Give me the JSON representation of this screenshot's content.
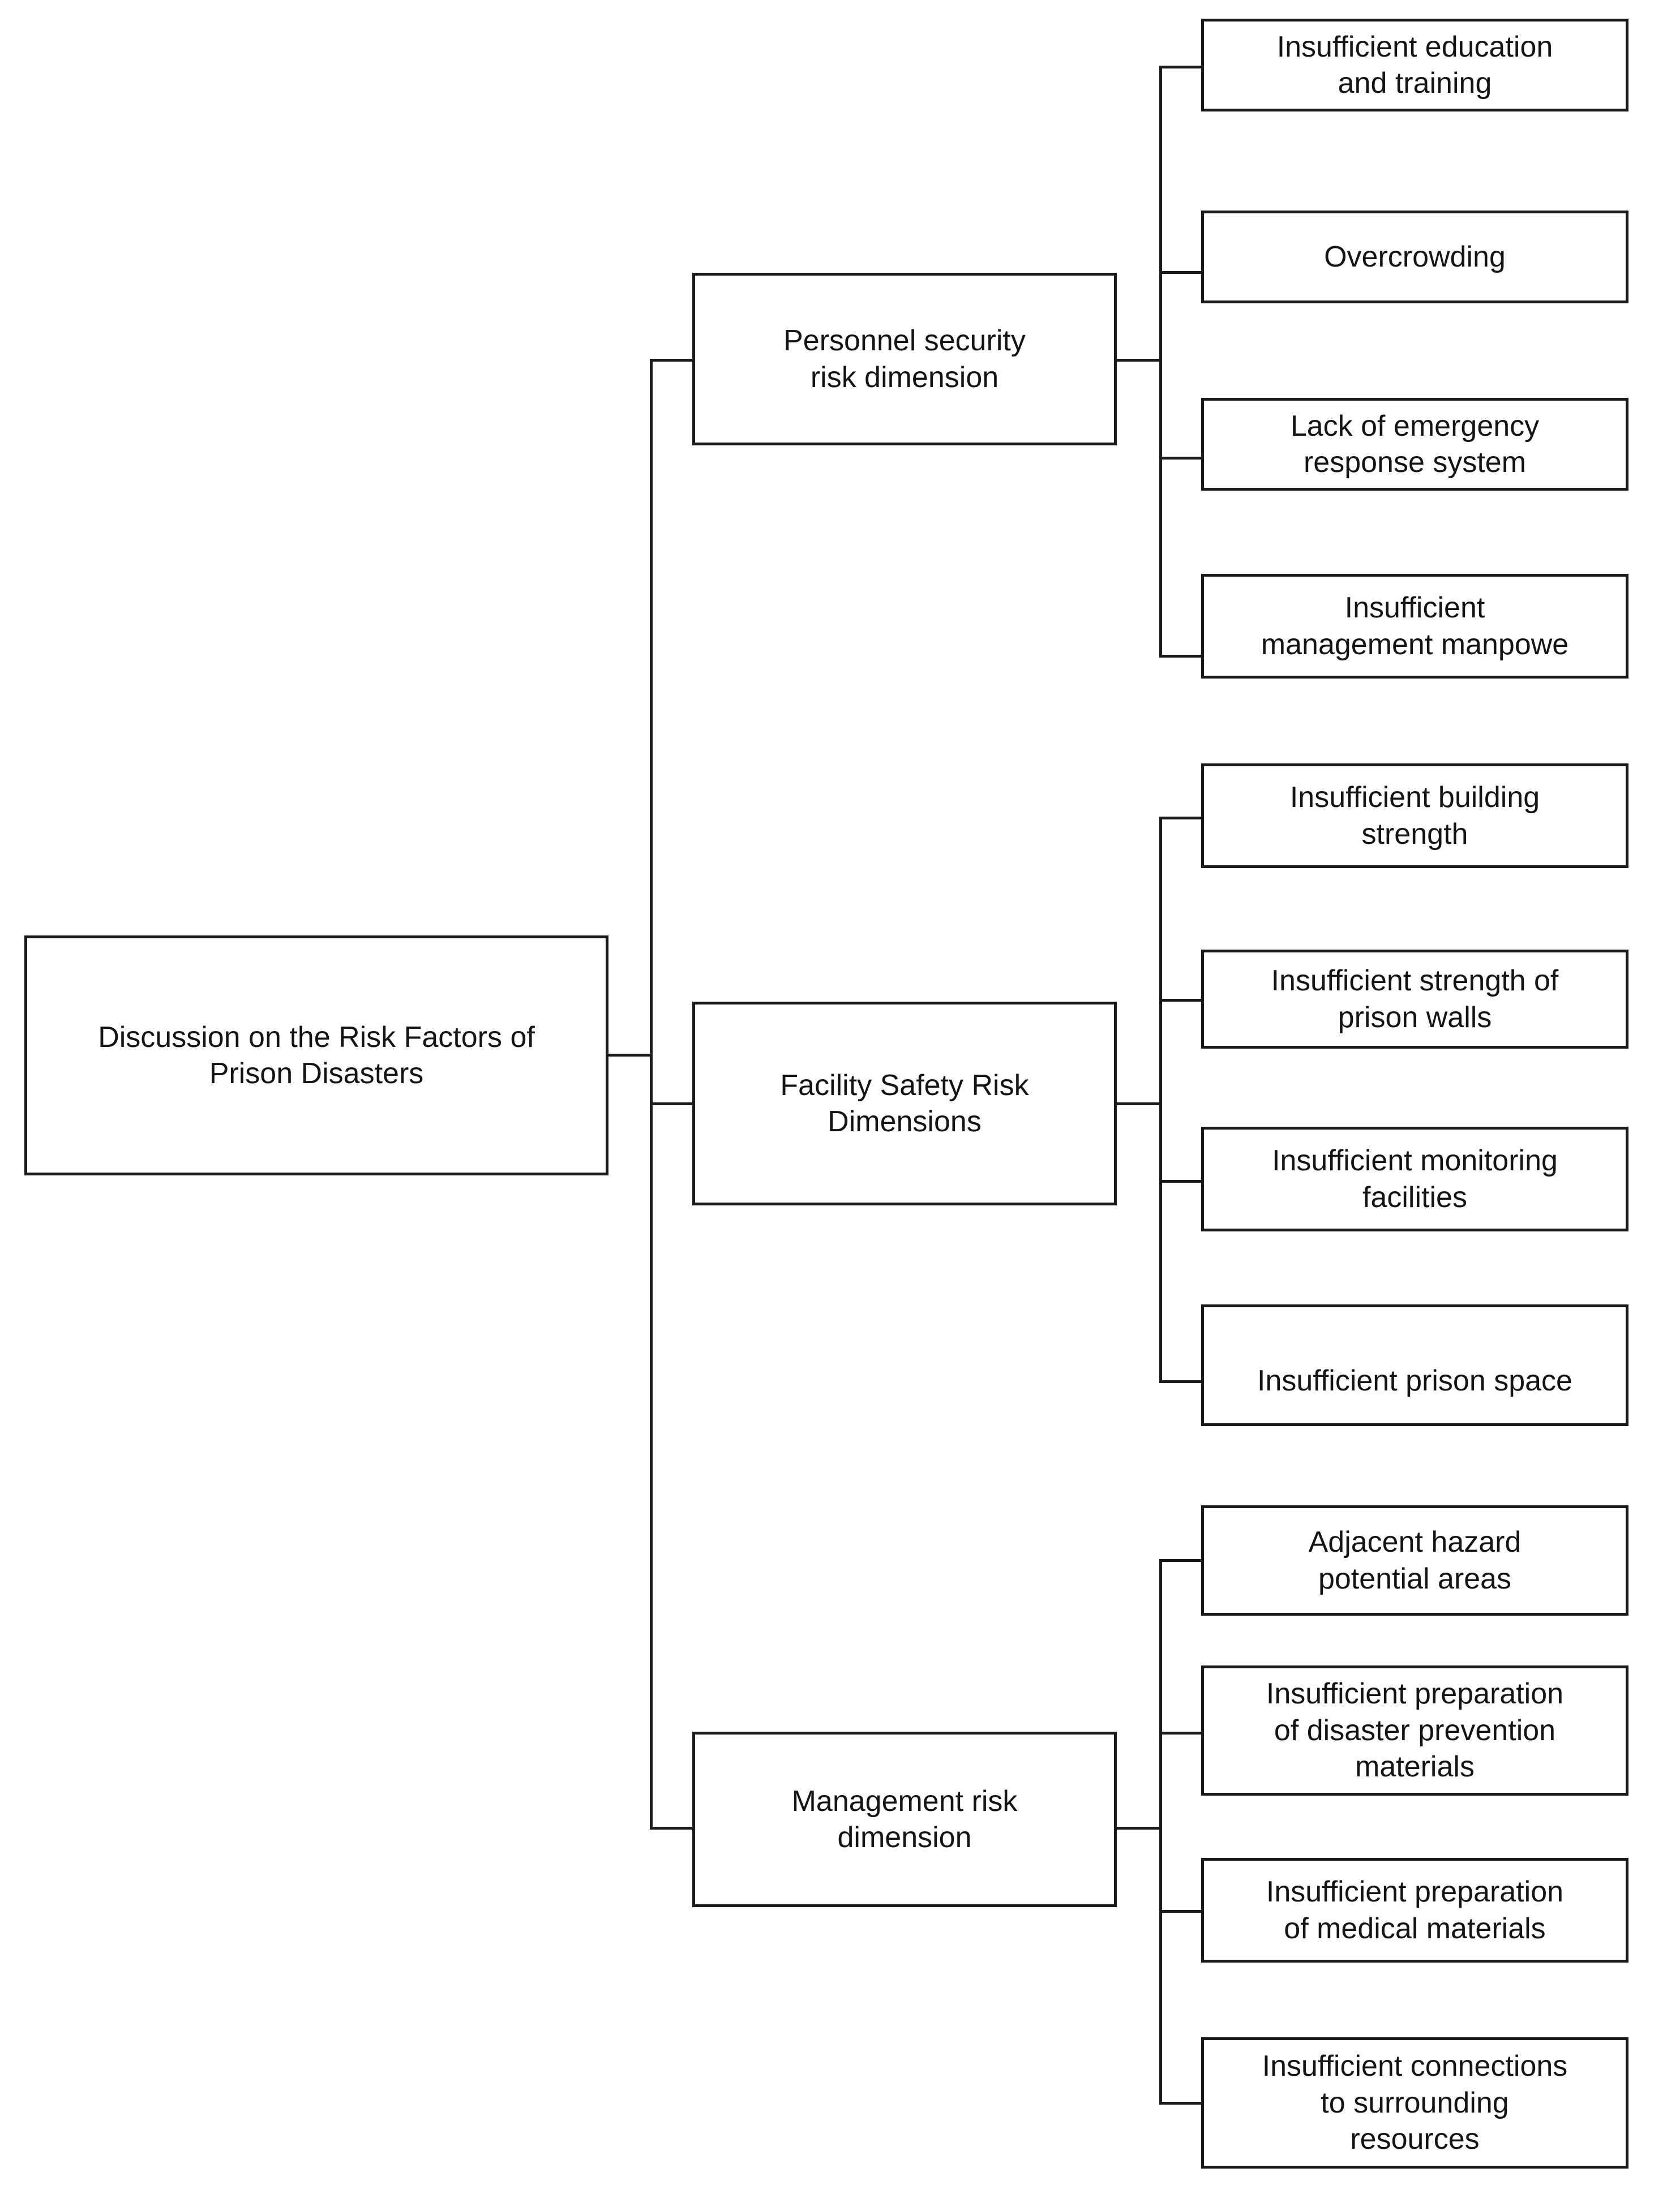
{
  "diagram": {
    "type": "tree-hierarchy",
    "orientation": "left-to-right",
    "title": "Discussion on the Risk Factors of Prison Disasters",
    "root": {
      "label": "Discussion on the Risk Factors of\nPrison Disasters",
      "name": "root-node"
    },
    "branches": [
      {
        "name": "personnel-security-risk-dimension",
        "label": "Personnel security\nrisk dimension",
        "leaves": [
          {
            "name": "insufficient-education-and-training",
            "label": "Insufficient education\nand training"
          },
          {
            "name": "overcrowding",
            "label": "Overcrowding"
          },
          {
            "name": "lack-of-emergency-response-system",
            "label": "Lack of emergency\nresponse system"
          },
          {
            "name": "insufficient-management-manpowe",
            "label": "Insufficient\nmanagement manpowe"
          }
        ]
      },
      {
        "name": "facility-safety-risk-dimensions",
        "label": "Facility Safety Risk\nDimensions",
        "leaves": [
          {
            "name": "insufficient-building-strength",
            "label": "Insufficient building\nstrength"
          },
          {
            "name": "insufficient-strength-of-prison-walls",
            "label": "Insufficient strength of\nprison walls"
          },
          {
            "name": "insufficient-monitoring-facilities",
            "label": "Insufficient monitoring\nfacilities"
          },
          {
            "name": "insufficient-prison-space",
            "label": "Insufficient prison space"
          }
        ]
      },
      {
        "name": "management-risk-dimension",
        "label": "Management risk\ndimension",
        "leaves": [
          {
            "name": "adjacent-hazard-potential-areas",
            "label": "Adjacent hazard\npotential areas"
          },
          {
            "name": "insufficient-preparation-of-disaster-prevention-materials",
            "label": "Insufficient preparation\nof disaster prevention\nmaterials"
          },
          {
            "name": "insufficient-preparation-of-medical-materials",
            "label": "Insufficient preparation\nof medical materials"
          },
          {
            "name": "insufficient-connections-to-surrounding-resources",
            "label": "Insufficient connections\nto surrounding\nresources"
          }
        ]
      }
    ],
    "colors": {
      "box_border": "#1a1a1a",
      "box_fill": "#ffffff",
      "connector": "#1a1a1a",
      "text": "#141414",
      "background": "#ffffff"
    }
  }
}
